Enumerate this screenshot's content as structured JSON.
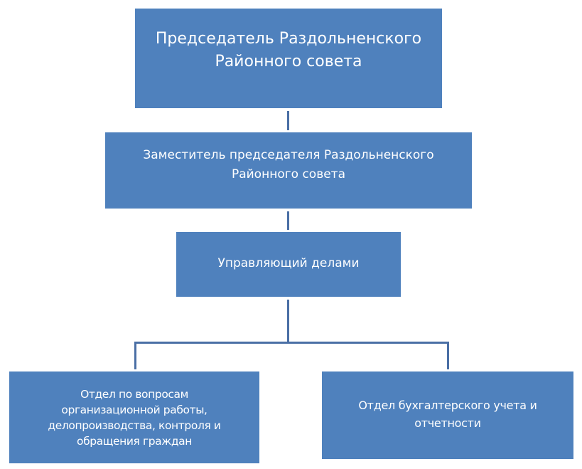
{
  "diagram": {
    "type": "org-chart",
    "colors": {
      "box_fill": "#4f81bd",
      "box_text": "#ffffff",
      "connector": "#4a6fa5"
    },
    "nodes": [
      {
        "id": "chairman",
        "label": "Председатель Раздольненского\nРайонного совета",
        "parent": null
      },
      {
        "id": "deputy",
        "label": "Заместитель председателя Раздольненского\nРайонного совета",
        "parent": "chairman"
      },
      {
        "id": "manager",
        "label": "Управляющий делами",
        "parent": "deputy"
      },
      {
        "id": "org-dept",
        "label": "Отдел по вопросам\nорганизационной работы,\nделопроизводства, контроля  и\nобращения граждан",
        "parent": "manager"
      },
      {
        "id": "accounting-dept",
        "label": "Отдел бухгалтерского учета и\nотчетности",
        "parent": "manager"
      }
    ]
  }
}
